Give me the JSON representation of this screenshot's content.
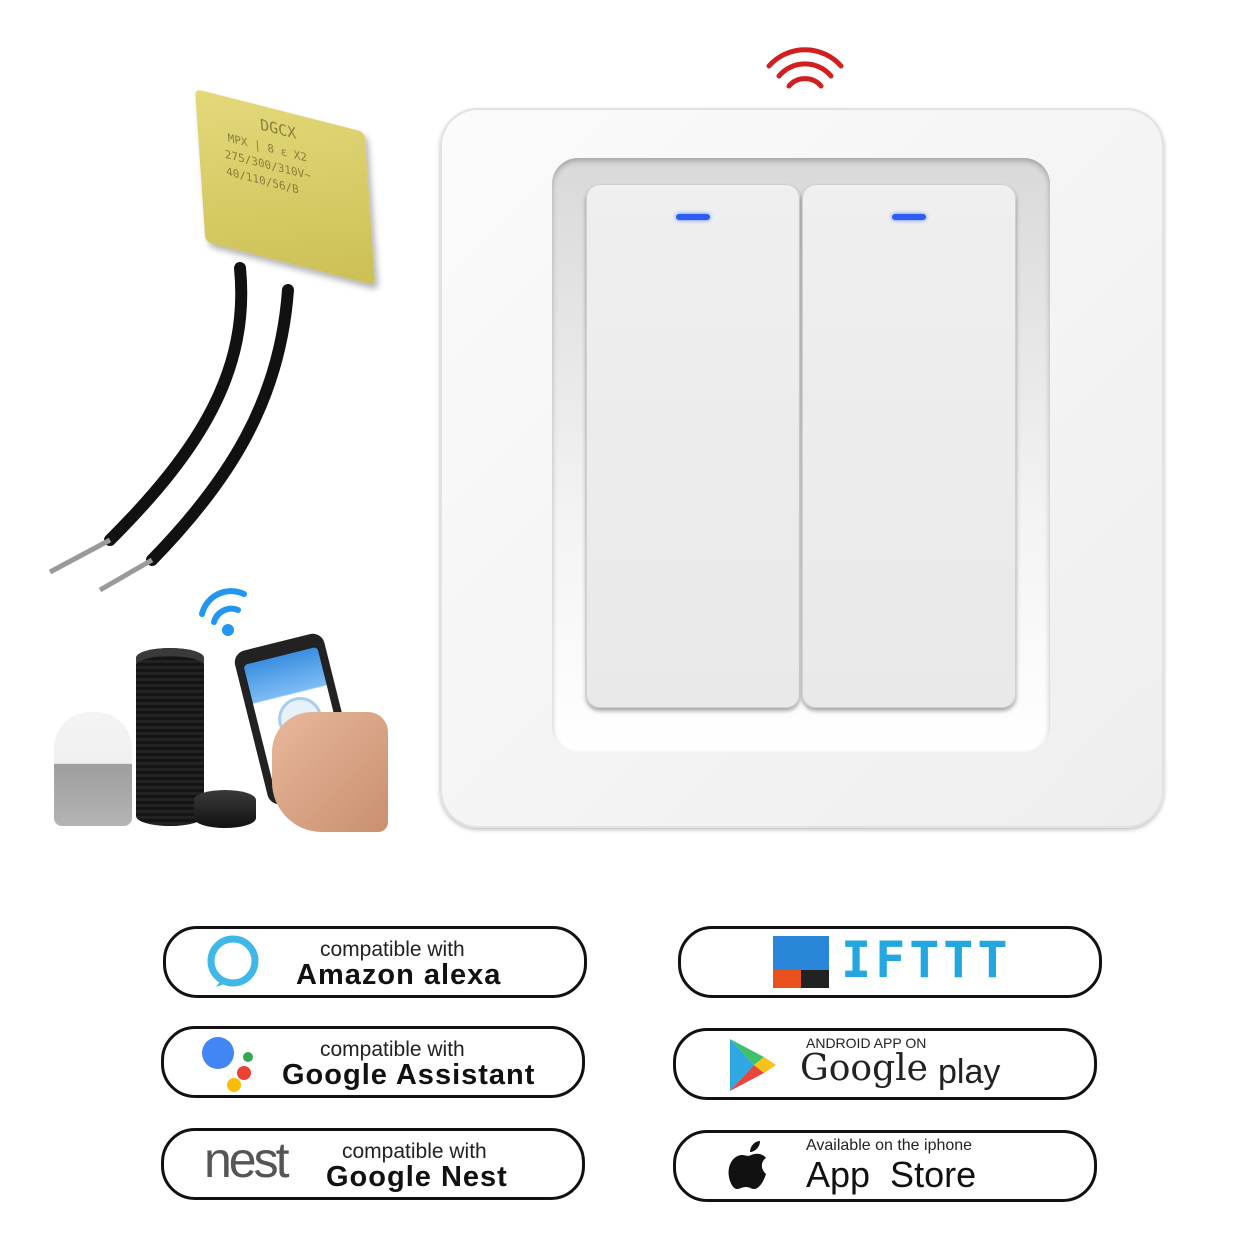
{
  "capacitor": {
    "brand": "DGCX",
    "spec_lines": [
      "MPX | 8 ε X2",
      "275/300/310V~",
      "40/110/56/B"
    ]
  },
  "badges": {
    "alexa": {
      "line1": "compatible with",
      "line2": "Amazon alexa"
    },
    "assistant": {
      "line1": "compatible with",
      "line2": "Google Assistant"
    },
    "nest": {
      "logo": "nest",
      "line1": "compatible with",
      "line2": "Google Nest"
    },
    "ifttt": {
      "text": "IFTTT"
    },
    "play": {
      "line1": "ANDROID APP ON",
      "line2": "Google",
      "line3": "play"
    },
    "appstore": {
      "line1": "Available on the iphone",
      "line2": "App Store"
    }
  },
  "colors": {
    "led": "#2f5cf0",
    "signal": "#d11f1f",
    "wifi": "#2196f3",
    "alexa_ring": "#3fb8e8",
    "capacitor": "#d8cc6a"
  },
  "icons": [
    "signal-waves-icon",
    "wifi-icon",
    "alexa-ring-icon",
    "google-assistant-icon",
    "ifttt-logo-icon",
    "google-play-icon",
    "apple-icon"
  ]
}
